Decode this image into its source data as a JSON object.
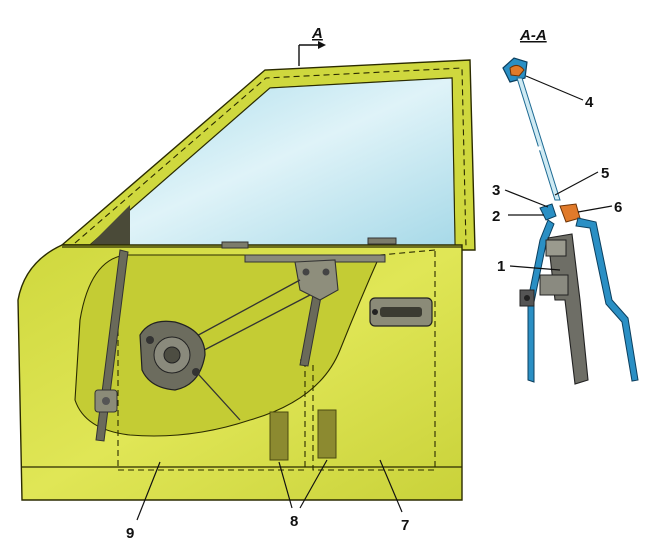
{
  "section_mark": "A",
  "section_title": "A-A",
  "callouts": [
    {
      "id": "c1",
      "text": "1"
    },
    {
      "id": "c2",
      "text": "2"
    },
    {
      "id": "c3",
      "text": "3"
    },
    {
      "id": "c4",
      "text": "4"
    },
    {
      "id": "c5",
      "text": "5"
    },
    {
      "id": "c6",
      "text": "6"
    },
    {
      "id": "c7",
      "text": "7"
    },
    {
      "id": "c8",
      "text": "8"
    },
    {
      "id": "c9",
      "text": "9"
    }
  ],
  "colors": {
    "door_panel": "#d9e04a",
    "door_shadow": "#b9c02e",
    "glass": "#bfe6f2",
    "seal": "#e07a2a",
    "section_steel": "#2a8fc4",
    "mechanism": "#777777"
  }
}
